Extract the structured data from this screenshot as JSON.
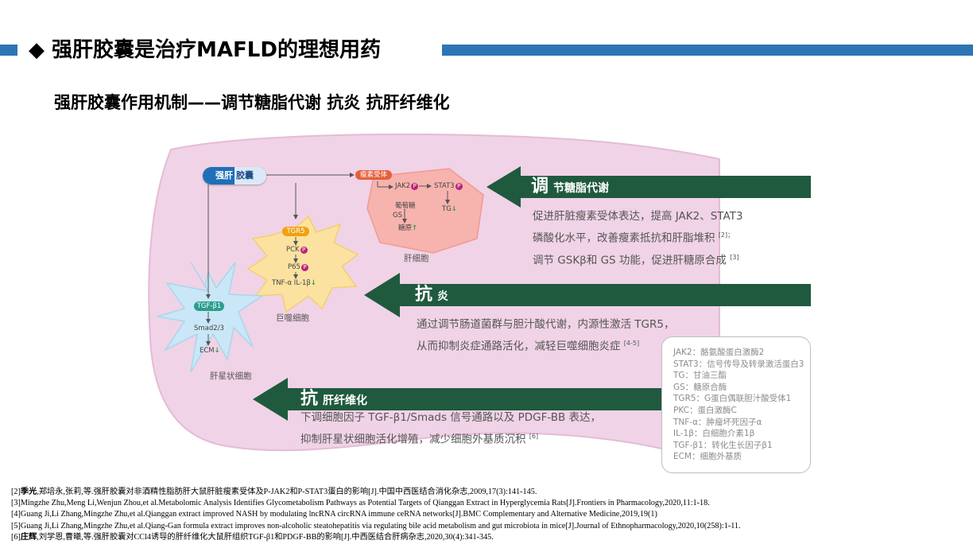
{
  "header": {
    "title": "◆ 强肝胶囊是治疗MAFLD的理想用药",
    "subtitle": "强肝胶囊作用机制——调节糖脂代谢 抗炎 抗肝纤维化"
  },
  "colors": {
    "accent_blue": "#2e75b6",
    "arrow_green": "#1f5a3f",
    "liver_pink": "#f0d3e6",
    "hepatocyte_pink": "#f7b3ad",
    "macrophage_yellow": "#fbe2a1",
    "stellate_blue": "#c9e7f6"
  },
  "diagram": {
    "drug_badge": {
      "part1": "强肝",
      "part2": "胶囊"
    },
    "leptin_receptor": "瘦素受体",
    "hepatocyte": {
      "jak2": "JAK2",
      "stat3": "STAT3",
      "tg": "TG",
      "glucose": "葡萄糖",
      "gs": "GS",
      "glycogen": "糖原",
      "label": "肝细胞"
    },
    "macrophage": {
      "tgr5": "TGR5",
      "pck": "PCK",
      "p65": "P65",
      "cytokines": "TNF-α IL-1β",
      "label": "巨噬细胞"
    },
    "stellate": {
      "tgfb1": "TGF-β1",
      "smad": "Smad2/3",
      "ecm": "ECM",
      "label": "肝星状细胞"
    },
    "p_marker": "P",
    "up_arrow": "↑",
    "down_arrow": "↓"
  },
  "mechanisms": [
    {
      "big": "调",
      "small": "节糖脂代谢",
      "lines": [
        "促进肝脏瘦素受体表达，提高 JAK2、STAT3",
        "磷酸化水平，改善瘦素抵抗和肝脂堆积",
        "调节 GSKβ和 GS 功能，促进肝糖原合成"
      ],
      "cites": [
        "[2]；",
        "",
        "[3]"
      ]
    },
    {
      "big": "抗",
      "small": "炎",
      "lines": [
        "通过调节肠道菌群与胆汁酸代谢，内源性激活 TGR5，",
        "从而抑制炎症通路活化，减轻巨噬细胞炎症"
      ],
      "cites": [
        "",
        "[4-5]"
      ]
    },
    {
      "big": "抗",
      "small": "肝纤维化",
      "lines": [
        "下调细胞因子 TGF-β1/Smads 信号通路以及 PDGF-BB 表达，",
        "抑制肝星状细胞活化增殖，减少细胞外基质沉积"
      ],
      "cites": [
        "",
        "[6]"
      ]
    }
  ],
  "glossary": [
    "JAK2：酪氨酸蛋白激酶2",
    "STAT3：信号传导及转录激活蛋白3",
    "TG：甘油三酯",
    "GS：糖原合酶",
    "TGR5：G蛋白偶联胆汁酸受体1",
    "PKC：蛋白激酶C",
    "TNF-α：肿瘤坏死因子α",
    "IL-1β：白细胞介素1β",
    "TGF-β1：转化生长因子β1",
    "ECM：细胞外基质"
  ],
  "references": [
    {
      "prefix": "[2]",
      "bold": "季光",
      "rest": ",郑培永,张莉,等.强肝胶囊对非酒精性脂肪肝大鼠肝脏瘦素受体及P-JAK2和P-STAT3蛋白的影响[J].中国中西医结合消化杂志,2009,17(3):141-145."
    },
    {
      "prefix": "",
      "bold": "",
      "rest": "[3]Mingzhe Zhu,Meng Li,Wenjun Zhou,et al.Metabolomic Analysis Identifies Glycometabolism Pathways as Potential Targets of Qianggan Extract in Hyperglycemia Rats[J].Frontiers in Pharmacology,2020,11:1-18."
    },
    {
      "prefix": "",
      "bold": "",
      "rest": "[4]Guang Ji,Li Zhang,Mingzhe Zhu,et al.Qianggan extract improved NASH by modulating lncRNA circRNA immune ceRNA networks[J].BMC Complementary and Alternative Medicine,2019,19(1)"
    },
    {
      "prefix": "",
      "bold": "",
      "rest": "[5]Guang Ji,Li Zhang,Mingzhe Zhu,et al.Qiang-Gan formula extract improves non-alcoholic steatohepatitis via regulating bile acid metabolism and gut microbiota in mice[J].Journal of Ethnopharmacology,2020,10(258):1-11."
    },
    {
      "prefix": "[6]",
      "bold": "庄辉",
      "rest": ",刘学恩,曹曦,等.强肝胶囊对CCl4诱导的肝纤维化大鼠肝组织TGF-β1和PDGF-BB的影响[J].中西医结合肝病杂志,2020,30(4):341-345."
    }
  ]
}
